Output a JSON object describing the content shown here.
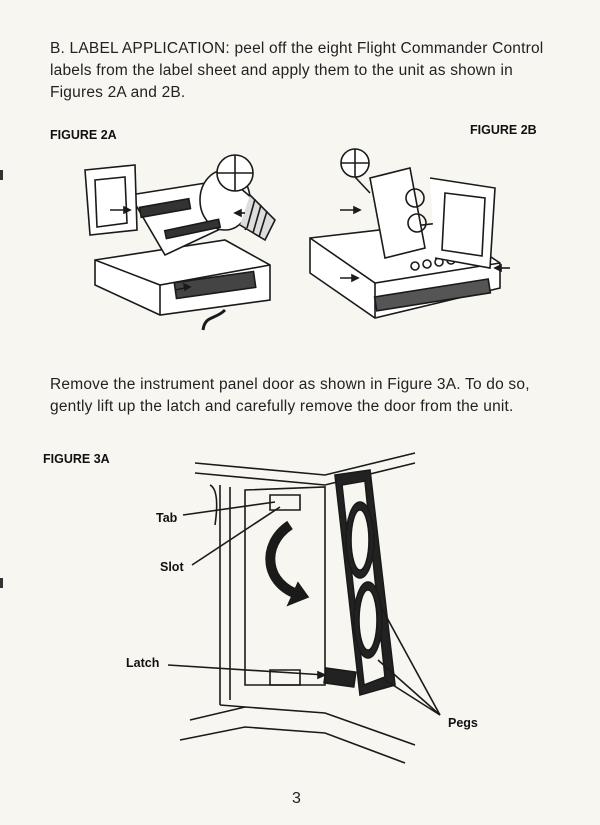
{
  "paragraphs": {
    "label_application": "B. LABEL APPLICATION: peel off the eight Flight Commander Control labels from the label sheet and apply them to the unit as shown in Figures 2A and 2B.",
    "remove_door": "Remove the instrument panel door as shown in Figure 3A. To do so, gently lift up the latch and carefully remove the door from the unit."
  },
  "figures": {
    "fig2a": "FIGURE 2A",
    "fig2b": "FIGURE 2B",
    "fig3a": "FIGURE 3A"
  },
  "callouts": {
    "tab": "Tab",
    "slot": "Slot",
    "latch": "Latch",
    "pegs": "Pegs"
  },
  "page_number": "3"
}
